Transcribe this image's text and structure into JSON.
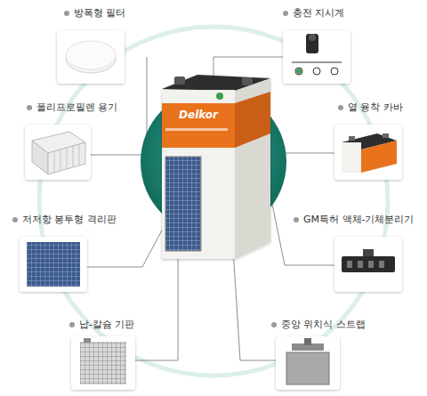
{
  "diagram": {
    "labels": [
      "방폭형 필터",
      "충전 지시계",
      "폴리프로필렌 용기",
      "열 융착 카바",
      "저저항 봉투형 격리판",
      "GM특허 액체-기체분리기",
      "납-칼슘 기판",
      "중앙 위치식 스트랩",
      "Delkor"
    ]
  }
}
